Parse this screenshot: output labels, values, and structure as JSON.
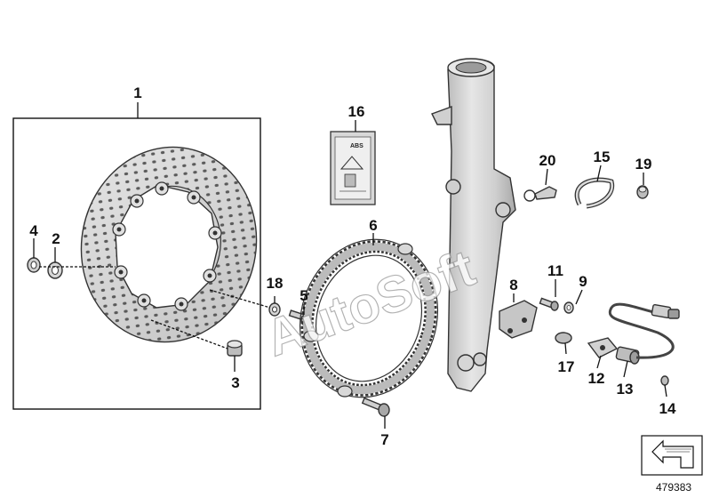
{
  "diagram": {
    "callouts": [
      {
        "id": "1",
        "text": "1"
      },
      {
        "id": "2",
        "text": "2"
      },
      {
        "id": "3",
        "text": "3"
      },
      {
        "id": "4",
        "text": "4"
      },
      {
        "id": "5",
        "text": "5"
      },
      {
        "id": "6",
        "text": "6"
      },
      {
        "id": "7",
        "text": "7"
      },
      {
        "id": "8",
        "text": "8"
      },
      {
        "id": "9",
        "text": "9"
      },
      {
        "id": "11",
        "text": "11"
      },
      {
        "id": "12",
        "text": "12"
      },
      {
        "id": "13",
        "text": "13"
      },
      {
        "id": "14",
        "text": "14"
      },
      {
        "id": "15",
        "text": "15"
      },
      {
        "id": "16",
        "text": "16"
      },
      {
        "id": "17",
        "text": "17"
      },
      {
        "id": "18",
        "text": "18"
      },
      {
        "id": "19",
        "text": "19"
      },
      {
        "id": "20",
        "text": "20"
      }
    ],
    "watermark": "AutoSoft",
    "abs_label": "ABS",
    "document_number": "479383",
    "colors": {
      "part_fill": "#d9d9d9",
      "part_dark": "#a8a8a8",
      "line": "#111111"
    }
  }
}
